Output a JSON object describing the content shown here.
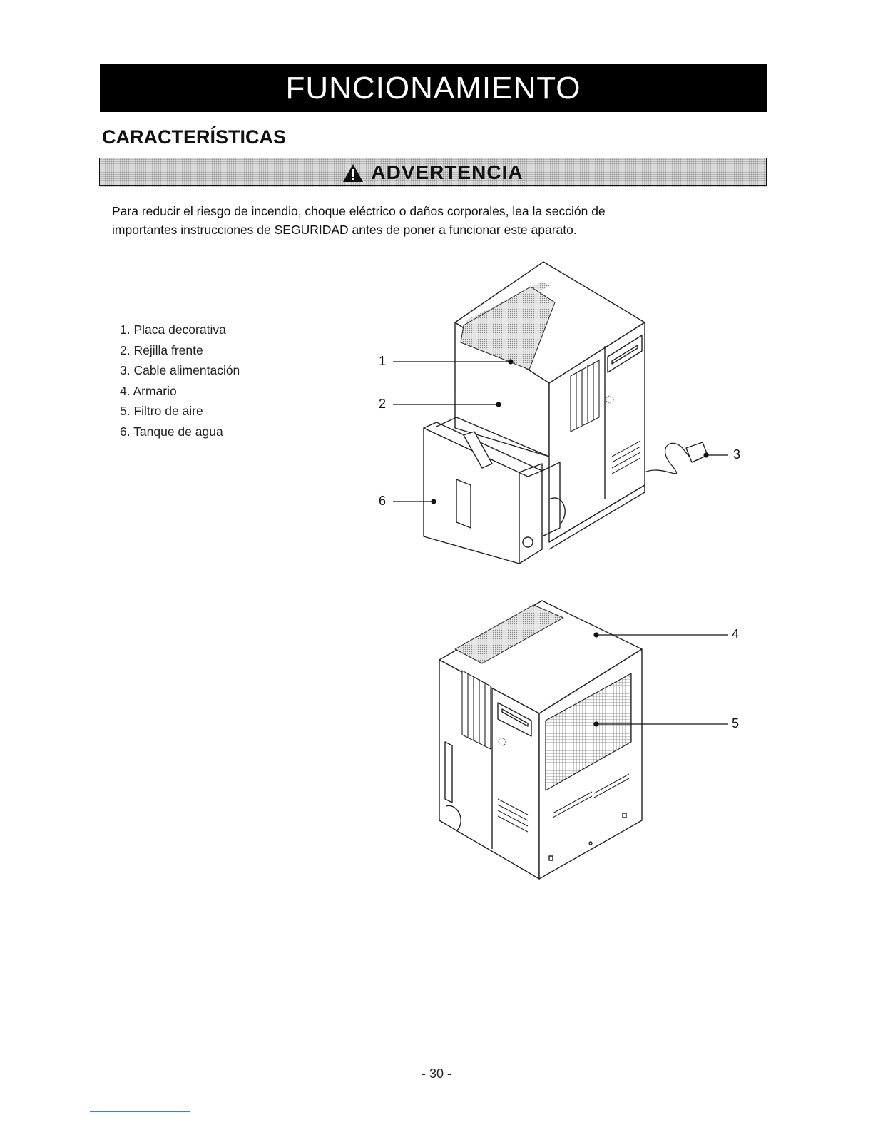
{
  "banner": {
    "title": "FUNCIONAMIENTO"
  },
  "section": {
    "title": "CARACTERÍSTICAS"
  },
  "warning": {
    "label": "ADVERTENCIA",
    "line1": "Para reducir el riesgo de incendio, choque eléctrico o daños corporales, lea la sección de",
    "line2": "importantes instrucciones de SEGURIDAD antes de poner a funcionar este aparato."
  },
  "parts": [
    "1. Placa decorativa",
    "2. Rejilla frente",
    "3. Cable alimentación",
    "4. Armario",
    "5. Filtro de aire",
    "6. Tanque de agua"
  ],
  "callouts": {
    "c1": "1",
    "c2": "2",
    "c3": "3",
    "c4": "4",
    "c5": "5",
    "c6": "6"
  },
  "footer": {
    "page_number": "- 30 -"
  },
  "icons": {
    "warning": "warning-triangle-icon"
  }
}
